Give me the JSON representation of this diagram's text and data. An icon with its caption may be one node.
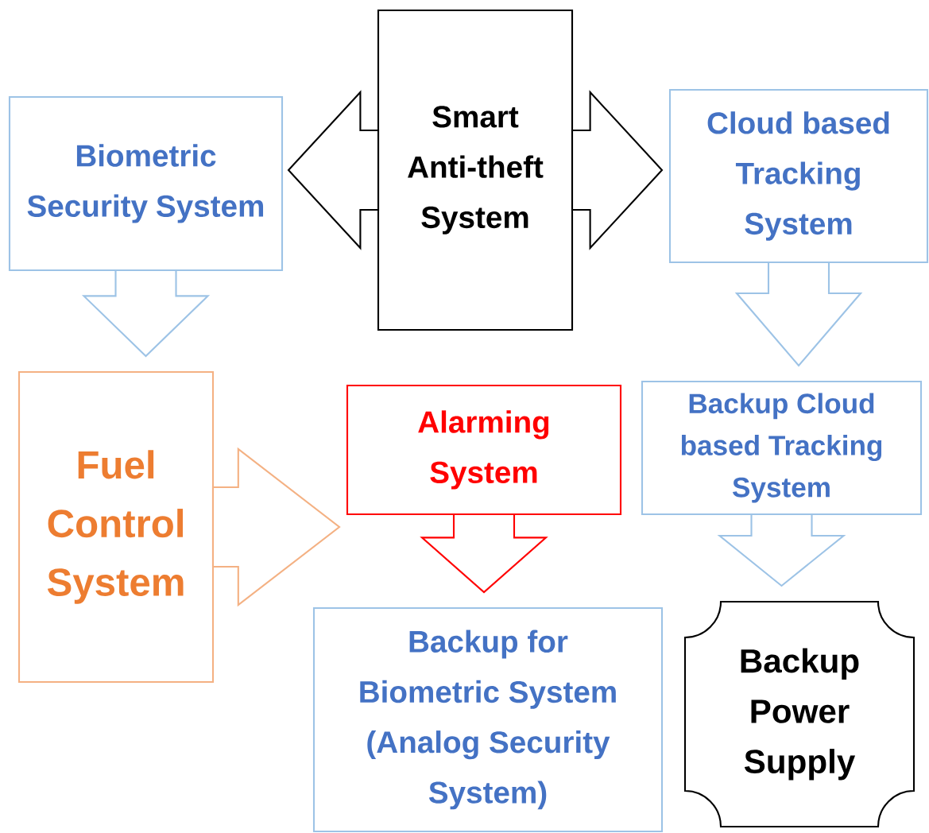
{
  "diagram": {
    "nodes": [
      {
        "text": [
          "Biometric Security System"
        ]
      },
      {
        "text": [
          "Smart Anti-theft System"
        ]
      },
      {
        "text": [
          "Cloud based Tracking System"
        ]
      },
      {
        "text": [
          "Fuel Control System"
        ]
      },
      {
        "text": [
          "Alarming System"
        ]
      },
      {
        "text": [
          "Backup Cloud based Tracking System"
        ]
      },
      {
        "text": [
          "Backup for Biometric System (Analog Security System)"
        ]
      },
      {
        "text": [
          "Backup Power Supply"
        ]
      }
    ],
    "edges": [
      {
        "from": 0,
        "to": 3,
        "arrow": "to"
      },
      {
        "from": 1,
        "to": 0,
        "arrow": "to",
        "color": "#000000"
      },
      {
        "from": 1,
        "to": 2,
        "arrow": "to",
        "color": "#000000"
      },
      {
        "from": 2,
        "to": 5,
        "arrow": "to"
      },
      {
        "from": 3,
        "to": 4,
        "arrow": "to",
        "color": "#f4b183"
      },
      {
        "from": 4,
        "to": 6,
        "arrow": "to",
        "color": "#ff0000"
      },
      {
        "from": 5,
        "to": 7,
        "arrow": "to"
      }
    ]
  }
}
